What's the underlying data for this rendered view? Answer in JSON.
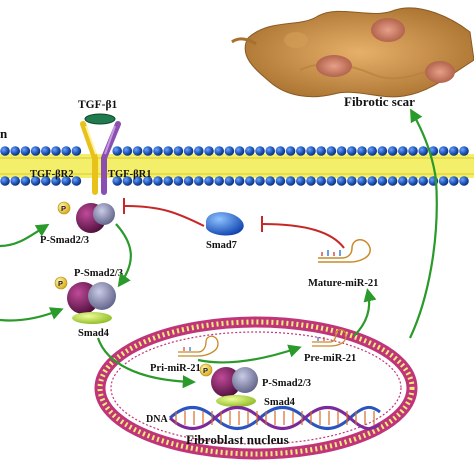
{
  "labels": {
    "membrane_edge": "n",
    "tgfb1": "TGF-β1",
    "tgfbr2": "TGF-βR2",
    "tgfbr1": "TGF-βR1",
    "psmad23_top": "P-Smad2/3",
    "psmad23_mid": "P-Smad2/3",
    "smad4_mid": "Smad4",
    "smad7": "Smad7",
    "mature_mir21": "Mature-miR-21",
    "fibrotic_scar": "Fibrotic scar",
    "pri_mir21": "Pri-miR-21",
    "pre_mir21": "Pre-miR-21",
    "psmad23_nuc": "P-Smad2/3",
    "smad4_nuc": "Smad4",
    "dna": "DNA",
    "nucleus": "Fibroblast nucleus",
    "p_badge": "P"
  },
  "colors": {
    "bead": "#1e56b8",
    "membrane_core": "#f4ef6a",
    "arrow_green": "#2a9a2a",
    "inhibit_red": "#c62828",
    "smad_purple": "#7a1f5c",
    "smad_gray": "#8e8fb2",
    "smad4_green": "#c8e84a",
    "tgfb1_green": "#1f7a4d",
    "receptor_yellow": "#e8c21a",
    "receptor_purple": "#8a4fb0",
    "smad7_blue": "#2a6fe0",
    "p_badge": "#e9c531",
    "scar_tan": "#c9914a"
  }
}
